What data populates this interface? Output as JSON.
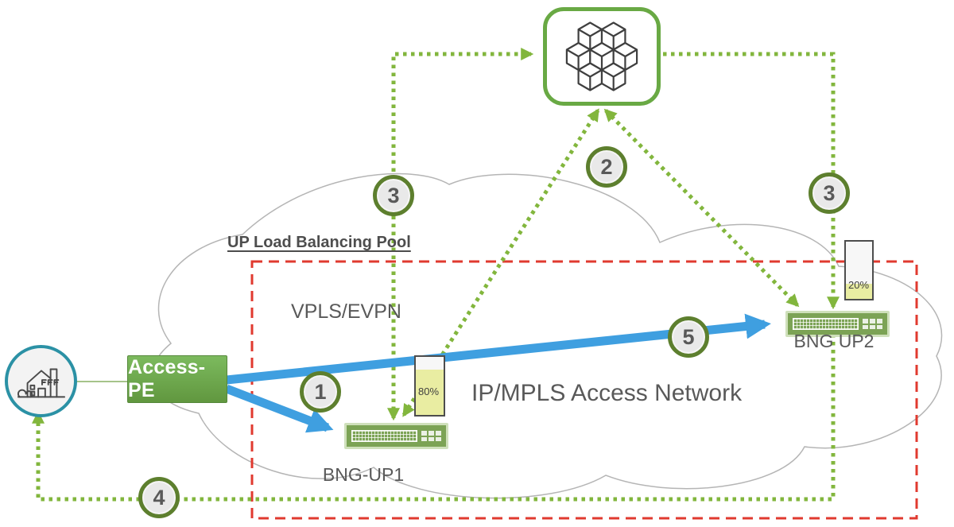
{
  "diagram": {
    "pool_title": "UP Load Balancing Pool",
    "overlay_label": "VPLS/EVPN",
    "cloud_label": "IP/MPLS Access Network",
    "nodes": {
      "control_plane": {
        "icon": "cube-cluster-icon"
      },
      "subscriber": {
        "icon": "home-icon"
      },
      "access_pe": {
        "label": "Access-PE"
      },
      "bng_up1": {
        "label": "BNG-UP1",
        "load": "80%",
        "icon": "switch-icon"
      },
      "bng_up2": {
        "label": "BNG UP2",
        "load": "20%",
        "icon": "switch-icon"
      }
    },
    "steps": [
      {
        "label": "1"
      },
      {
        "label": "2"
      },
      {
        "label": "3"
      },
      {
        "label": "3"
      },
      {
        "label": "4"
      },
      {
        "label": "5"
      }
    ],
    "colors": {
      "control_path_green": "#82b63d",
      "data_path_blue": "#3f9fe0",
      "pool_border_red": "#e03a2f",
      "node_green": "#69a944",
      "badge_ring_olive": "#5d7f2e",
      "subscriber_ring_teal": "#2b91a5",
      "gauge_fill": "#e9eda2",
      "cloud_outline_gray": "#b5b5b5",
      "label_gray": "#595959"
    }
  }
}
